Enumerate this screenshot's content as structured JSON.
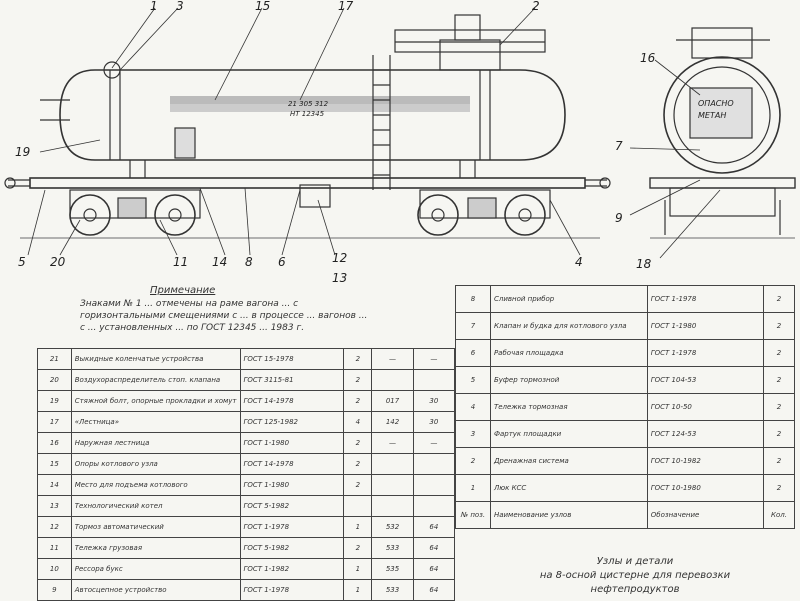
{
  "callouts": {
    "top": [
      "1",
      "3",
      "15",
      "17",
      "2"
    ],
    "right_view": [
      "16",
      "7",
      "9",
      "18"
    ],
    "bottom": [
      "5",
      "20",
      "11",
      "14",
      "8",
      "6",
      "12",
      "13",
      "4"
    ],
    "side": [
      "19"
    ]
  },
  "tank_markings": {
    "number": "21 305 312",
    "text": "НТ 12345"
  },
  "end_view_markings": [
    "ОПАСНО",
    "МЕТАН"
  ],
  "notes": {
    "title": "Примечание",
    "text": "Знаками № 1 ... отмечены на раме вагона ... с горизонтальными смещениями с ... в процессе ... вагонов ... с ... установленных ... по ГОСТ 12345 ... 1983 г."
  },
  "left_table": {
    "rows": [
      {
        "pos": "21",
        "name": "Выкидные коленчатые устройства",
        "doc": "ГОСТ 15-1978",
        "qty": "2",
        "m1": "—",
        "m2": "—"
      },
      {
        "pos": "20",
        "name": "Воздухораспределитель стоп. клапана",
        "doc": "ГОСТ 3115-81",
        "qty": "2",
        "m1": "",
        "m2": ""
      },
      {
        "pos": "19",
        "name": "Стяжной болт, опорные прокладки и хомут",
        "doc": "ГОСТ 14-1978",
        "qty": "2",
        "m1": "017",
        "m2": "30"
      },
      {
        "pos": "17",
        "name": "«Лестница»",
        "doc": "ГОСТ 125-1982",
        "qty": "4",
        "m1": "142",
        "m2": "30"
      },
      {
        "pos": "16",
        "name": "Наружная лестница",
        "doc": "ГОСТ 1-1980",
        "qty": "2",
        "m1": "—",
        "m2": "—"
      },
      {
        "pos": "15",
        "name": "Опоры котлового узла",
        "doc": "ГОСТ 14-1978",
        "qty": "2",
        "m1": "",
        "m2": ""
      },
      {
        "pos": "14",
        "name": "Место для подъема котлового",
        "doc": "ГОСТ 1-1980",
        "qty": "2",
        "m1": "",
        "m2": ""
      },
      {
        "pos": "13",
        "name": "Технологический котел",
        "doc": "ГОСТ 5-1982",
        "qty": "",
        "m1": "",
        "m2": ""
      },
      {
        "pos": "12",
        "name": "Тормоз автоматический",
        "doc": "ГОСТ 1-1978",
        "qty": "1",
        "m1": "532",
        "m2": "64"
      },
      {
        "pos": "11",
        "name": "Тележка грузовая",
        "doc": "ГОСТ 5-1982",
        "qty": "2",
        "m1": "533",
        "m2": "64"
      },
      {
        "pos": "10",
        "name": "Рессора букс",
        "doc": "ГОСТ 1-1982",
        "qty": "1",
        "m1": "535",
        "m2": "64"
      },
      {
        "pos": "9",
        "name": "Автосцепное устройство",
        "doc": "ГОСТ 1-1978",
        "qty": "1",
        "m1": "533",
        "m2": "64"
      }
    ]
  },
  "right_table": {
    "rows": [
      {
        "pos": "8",
        "name": "Сливной прибор",
        "doc": "ГОСТ 1-1978",
        "qty": "2"
      },
      {
        "pos": "7",
        "name": "Клапан и будка для котлового узла",
        "doc": "ГОСТ 1-1980",
        "qty": "2"
      },
      {
        "pos": "6",
        "name": "Рабочая площадка",
        "doc": "ГОСТ 1-1978",
        "qty": "2"
      },
      {
        "pos": "5",
        "name": "Буфер тормозной",
        "doc": "ГОСТ 104-53",
        "qty": "2"
      },
      {
        "pos": "4",
        "name": "Тележка тормозная",
        "doc": "ГОСТ 10-50",
        "qty": "2"
      },
      {
        "pos": "3",
        "name": "Фартук площадки",
        "doc": "ГОСТ 124-53",
        "qty": "2"
      },
      {
        "pos": "2",
        "name": "Дренажная система",
        "doc": "ГОСТ 10-1982",
        "qty": "2"
      },
      {
        "pos": "1",
        "name": "Люк КСС",
        "doc": "ГОСТ 10-1980",
        "qty": "2"
      },
      {
        "pos": "№ поз.",
        "name": "Наименование узлов",
        "doc": "Обозначение",
        "qty": "Кол."
      }
    ]
  },
  "footer": {
    "line1": "Узлы и детали",
    "line2": "на 8-осной цистерне для перевозки",
    "line3": "нефтепродуктов"
  }
}
